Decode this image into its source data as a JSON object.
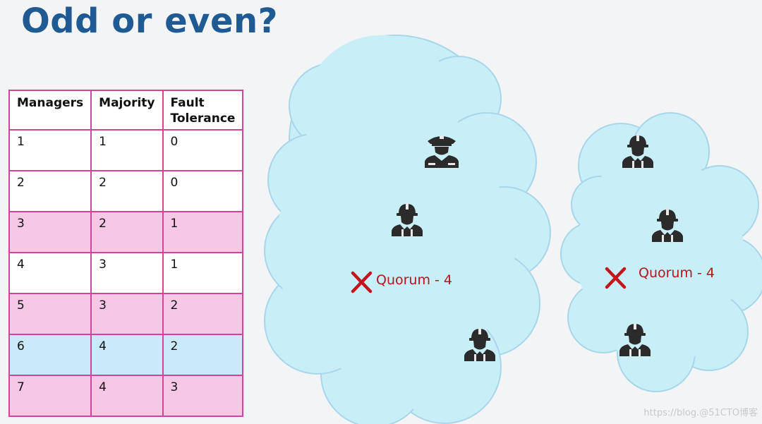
{
  "title": "Odd or even?",
  "table": {
    "headers": [
      "Managers",
      "Majority",
      "Fault Tolerance"
    ],
    "rows": [
      {
        "managers": "1",
        "majority": "1",
        "fault_tolerance": "0",
        "highlight": "none"
      },
      {
        "managers": "2",
        "majority": "2",
        "fault_tolerance": "0",
        "highlight": "none"
      },
      {
        "managers": "3",
        "majority": "2",
        "fault_tolerance": "1",
        "highlight": "pink"
      },
      {
        "managers": "4",
        "majority": "3",
        "fault_tolerance": "1",
        "highlight": "none"
      },
      {
        "managers": "5",
        "majority": "3",
        "fault_tolerance": "2",
        "highlight": "pink"
      },
      {
        "managers": "6",
        "majority": "4",
        "fault_tolerance": "2",
        "highlight": "blue"
      },
      {
        "managers": "7",
        "majority": "4",
        "fault_tolerance": "3",
        "highlight": "pink"
      }
    ]
  },
  "clouds": {
    "left": {
      "quorum_label": "Quorum - 4",
      "icons": [
        "police-officer-icon",
        "worker-icon",
        "worker-icon"
      ]
    },
    "right": {
      "quorum_label": "Quorum - 4",
      "icons": [
        "worker-icon",
        "worker-icon",
        "worker-icon"
      ]
    }
  },
  "colors": {
    "title": "#1f5a93",
    "table_border": "#d2449a",
    "pink_row": "#f6c8e6",
    "blue_row": "#c8eafa",
    "cloud_fill": "#c8eef8",
    "cloud_stroke": "#a8d6ea",
    "quorum_red": "#b3161d"
  },
  "watermark": "https://blog.@51CTO博客"
}
